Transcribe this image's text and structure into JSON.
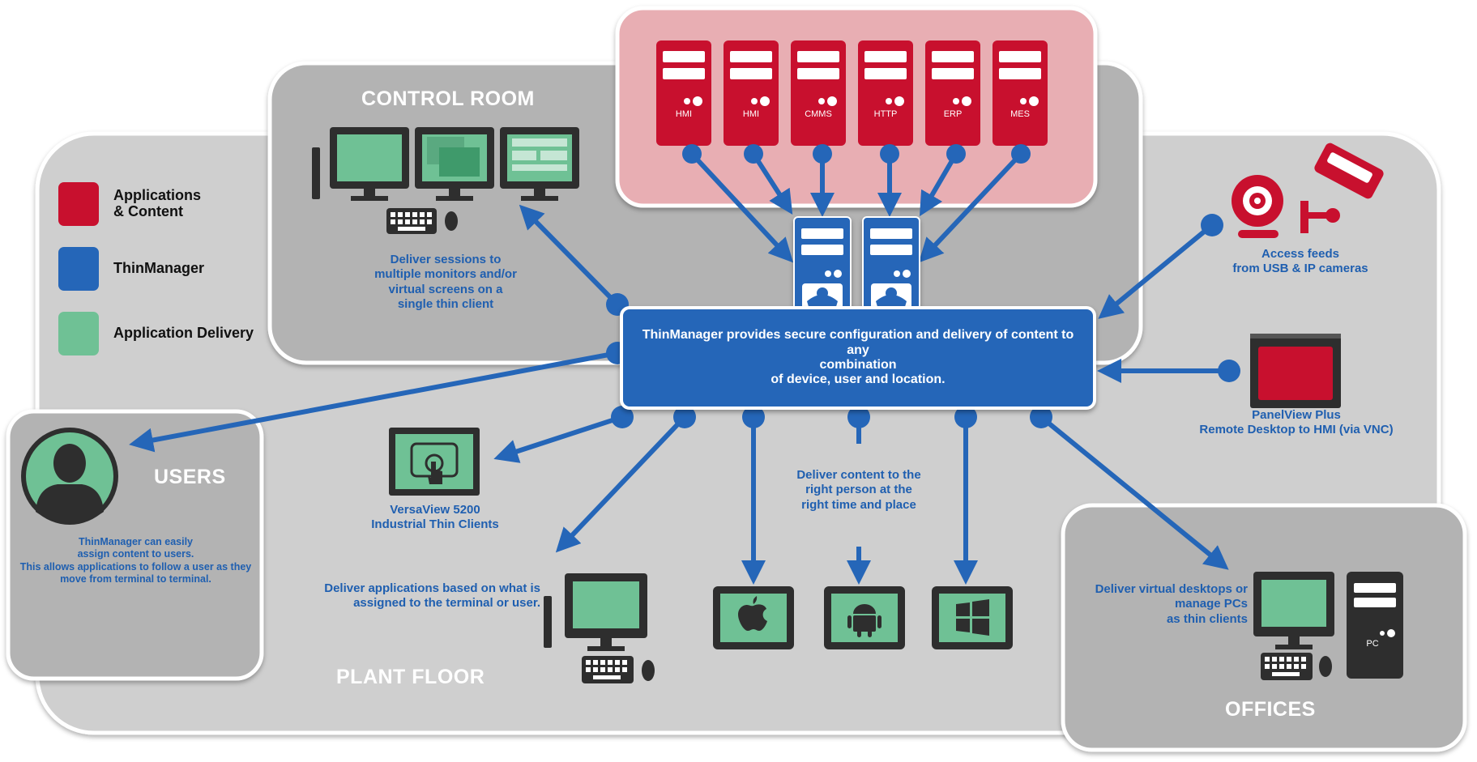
{
  "zones": {
    "control_room": "CONTROL ROOM",
    "users": "USERS",
    "plant_floor": "PLANT FLOOR",
    "offices": "OFFICES"
  },
  "legend": [
    {
      "label": "Applications\n& Content",
      "color": "#c8102e"
    },
    {
      "label": "ThinManager",
      "color": "#2566b8"
    },
    {
      "label": "Application Delivery",
      "color": "#6fc195"
    }
  ],
  "servers": [
    "HMI",
    "HMI",
    "CMMS",
    "HTTP",
    "ERP",
    "MES"
  ],
  "hub": {
    "line1": "ThinManager provides secure configuration and delivery of content to any",
    "line2": "combination",
    "line3": "of device, user and location."
  },
  "captions": {
    "control_room": [
      "Deliver sessions to",
      "multiple monitors and/or",
      "virtual screens on a",
      "single thin client"
    ],
    "cameras": [
      "Access feeds",
      "from USB & IP cameras"
    ],
    "panelview": [
      "PanelView Plus",
      "Remote Desktop to HMI (via VNC)"
    ],
    "users": [
      "ThinManager can easily",
      "assign content to users.",
      "This allows applications to follow a user as they",
      "move from terminal to terminal."
    ],
    "versaview": [
      "VersaView 5200",
      "Industrial Thin Clients"
    ],
    "deliver_content": [
      "Deliver content to the",
      "right person at the",
      "right time and place"
    ],
    "deliver_apps": [
      "Deliver applications based on what is",
      "assigned to the terminal or user."
    ],
    "offices": [
      "Deliver virtual desktops or",
      "manage PCs",
      "as thin clients"
    ]
  },
  "pc_label": "PC",
  "icons": [
    "user-avatar-icon",
    "touch-panel-icon",
    "apple-icon",
    "android-icon",
    "windows-icon",
    "webcam-icon",
    "security-camera-icon",
    "keyboard-icon",
    "mouse-icon",
    "tower-pc-icon",
    "monitor-icon"
  ],
  "colors": {
    "accent_red": "#c8102e",
    "thinmanager_blue": "#2566b8",
    "delivery_green": "#6fc195",
    "zone_grey": "#b5b5b5",
    "plant_grey": "#cfcfcf",
    "apps_pink": "#e8aeb3"
  }
}
